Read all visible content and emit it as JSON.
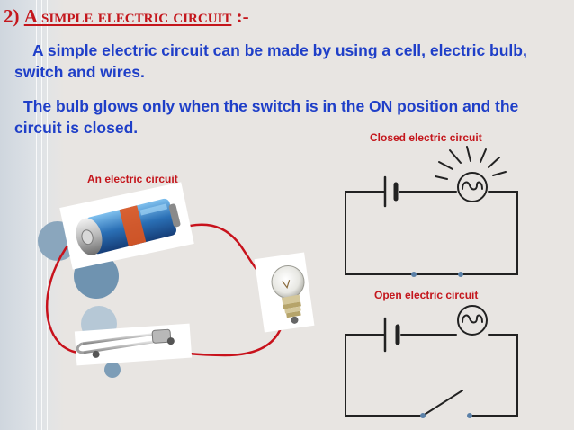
{
  "slide": {
    "title_number": "2)",
    "title_heading": "A simple electric circuit",
    "title_suffix": " :-",
    "paragraph1": "A simple electric circuit can be made by using a cell, electric bulb, switch and wires.",
    "paragraph2": "The bulb glows only when the switch is in the ON position and the circuit is closed."
  },
  "captions": {
    "electric_circuit": "An electric circuit",
    "closed_circuit": "Closed electric circuit",
    "open_circuit": "Open electric circuit"
  },
  "colors": {
    "title": "#c4161c",
    "body_text": "#1f3fc8",
    "caption": "#c4161c",
    "wire": "#c8121c"
  }
}
